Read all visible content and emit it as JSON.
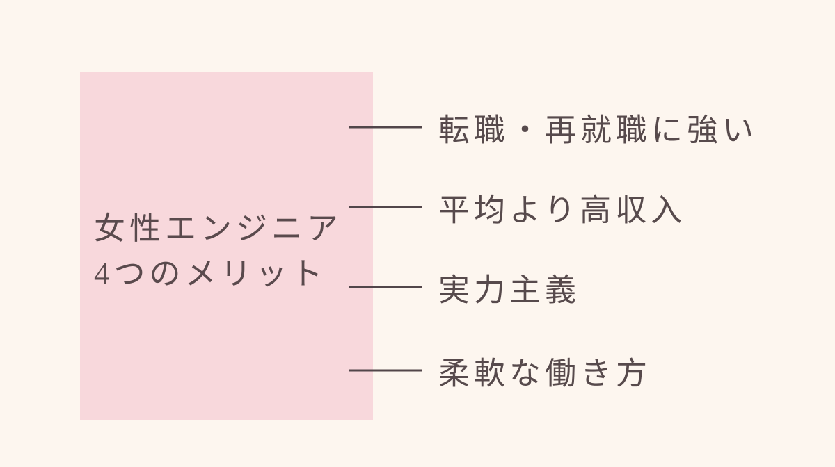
{
  "page": {
    "background_color": "#fdf6ef"
  },
  "card": {
    "background_color": "#f8d8dc",
    "title_line1": "女性エンジニア",
    "title_line2": "4つのメリット"
  },
  "benefits": {
    "items": [
      {
        "label": "転職・再就職に強い"
      },
      {
        "label": "平均より高収入"
      },
      {
        "label": "実力主義"
      },
      {
        "label": "柔軟な働き方"
      }
    ]
  },
  "colors": {
    "title_text": "#5a4a4d",
    "benefit_text": "#574a4c",
    "connector_line": "#52464a"
  }
}
